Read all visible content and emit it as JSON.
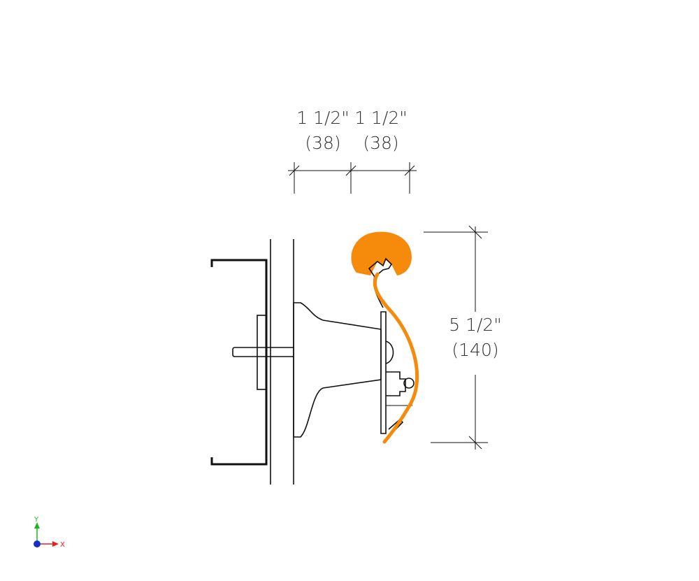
{
  "dimensions": {
    "left_width": {
      "imperial": "1 1/2\"",
      "metric": "(38)"
    },
    "right_width": {
      "imperial": "1 1/2\"",
      "metric": "(38)"
    },
    "height": {
      "imperial": "5 1/2\"",
      "metric": "(140)"
    }
  },
  "axis_indicator": {
    "x_label": "X",
    "y_label": "Y",
    "x_color": "#e8211d",
    "y_color": "#1fb51f",
    "origin_color": "#1a2fc8"
  },
  "colors": {
    "rail_cover": "#f58a0b",
    "line": "#111111",
    "background": "#ffffff"
  }
}
